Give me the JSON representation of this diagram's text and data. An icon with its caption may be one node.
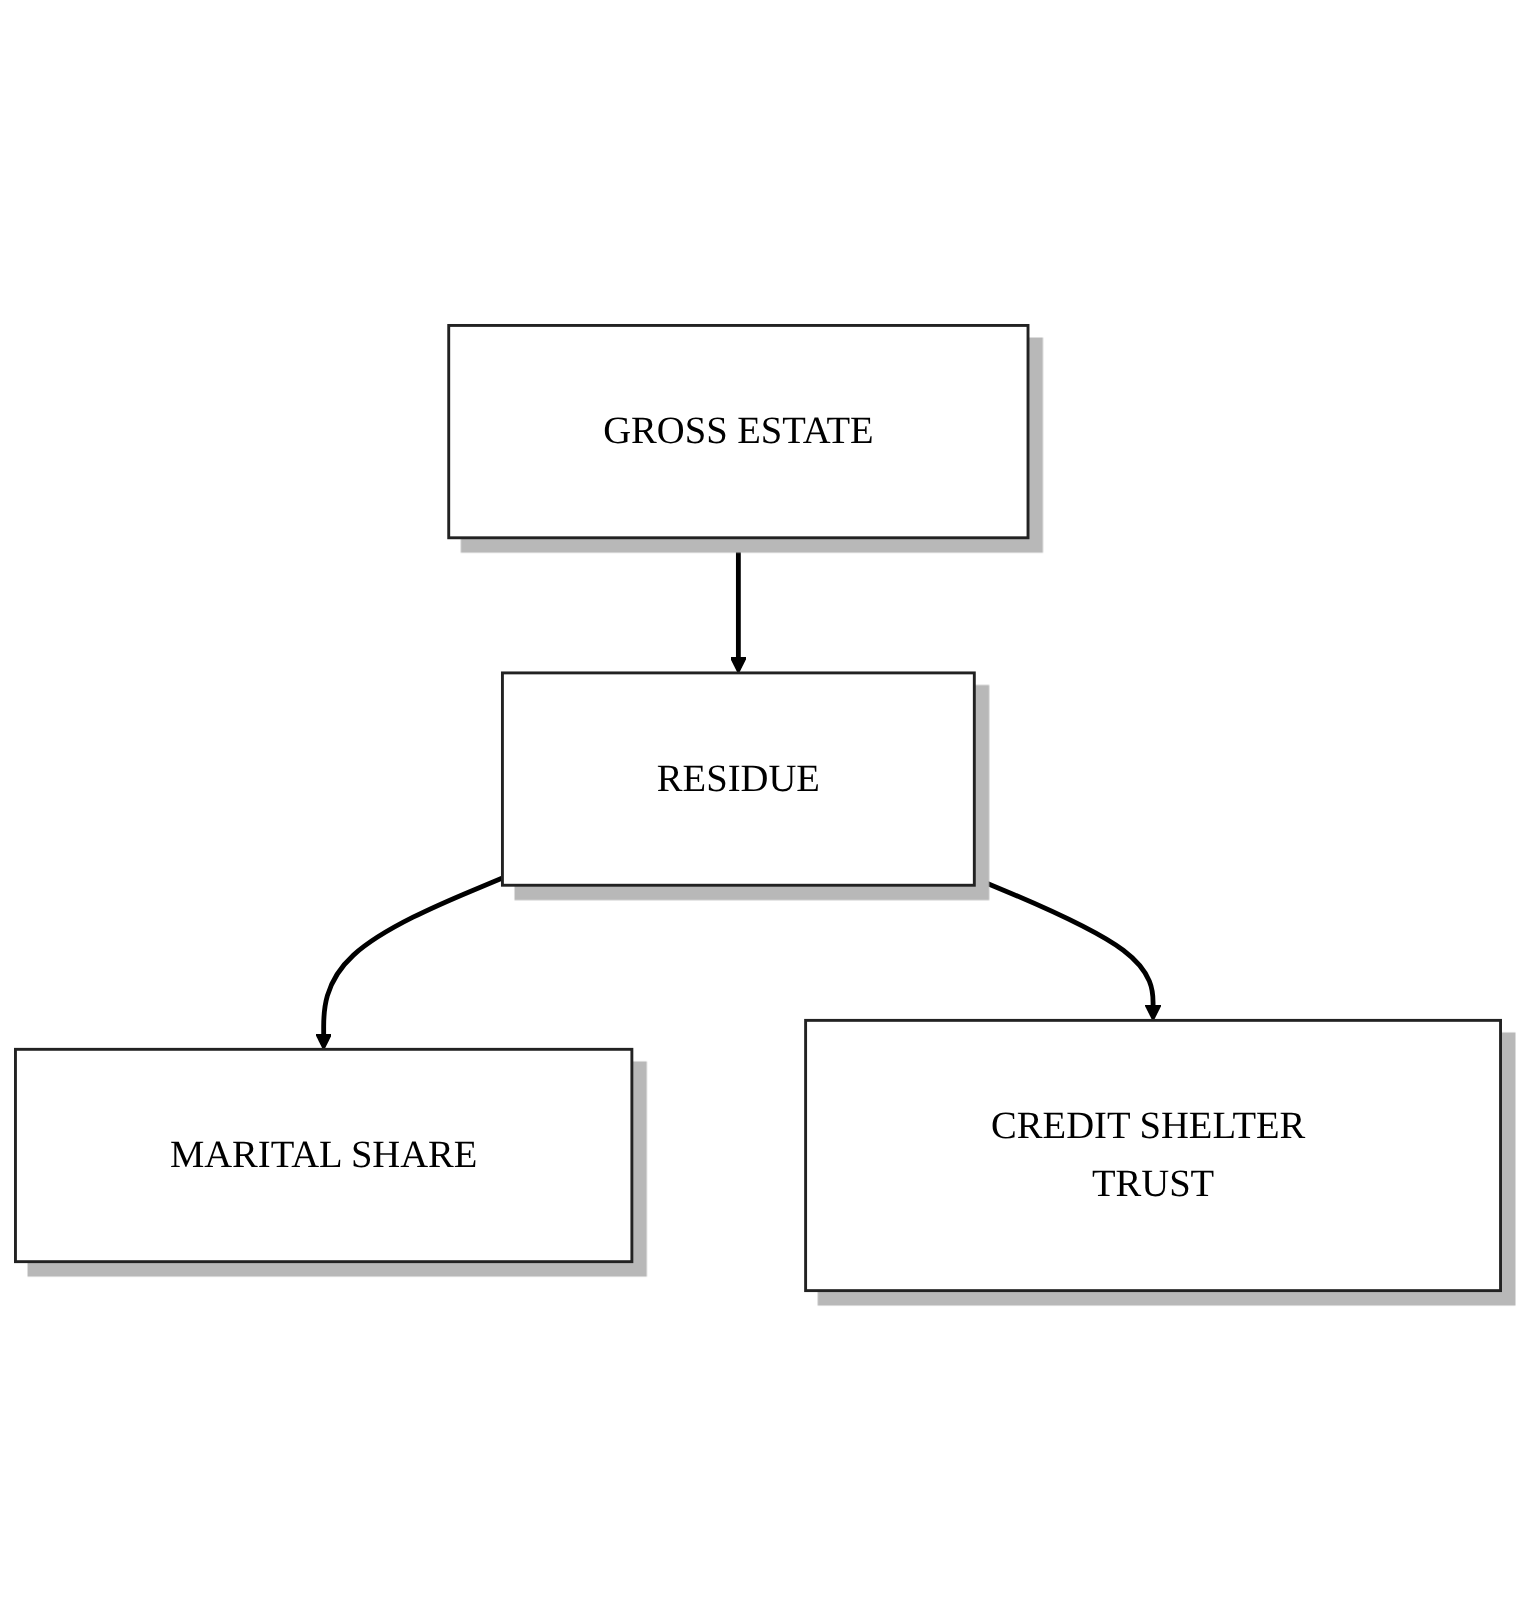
{
  "diagram": {
    "nodes": [
      {
        "text": [
          "GROSS ESTATE"
        ]
      },
      {
        "text": [
          "RESIDUE"
        ]
      },
      {
        "text": [
          "MARITAL SHARE"
        ]
      },
      {
        "text": [
          "CREDIT SHELTER TRUST"
        ]
      }
    ],
    "edges": [
      {
        "from": 0,
        "to": 1,
        "arrow": "to"
      },
      {
        "from": 1,
        "to": 2,
        "arrow": "to"
      },
      {
        "from": 1,
        "to": 3,
        "arrow": "to"
      }
    ]
  }
}
